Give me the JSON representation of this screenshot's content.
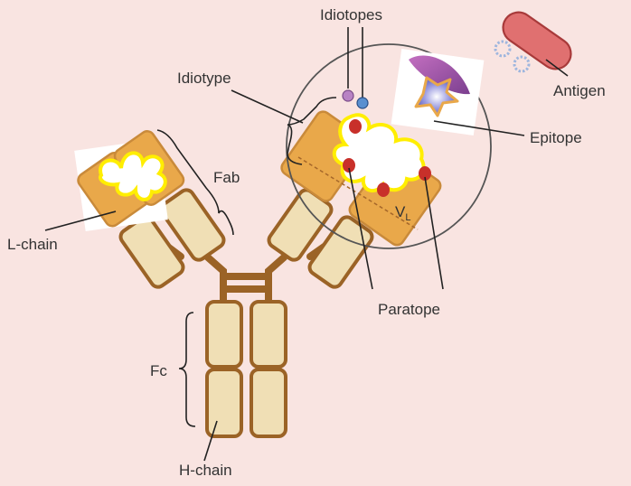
{
  "labels": {
    "idiotopes": "Idiotopes",
    "antigen": "Antigen",
    "idiotype": "Idiotype",
    "epitope": "Epitope",
    "fab": "Fab",
    "l_chain": "L-chain",
    "v_l_main": "V",
    "v_l_sub": "L",
    "paratope": "Paratope",
    "fc": "Fc",
    "h_chain": "H-chain"
  },
  "colors": {
    "background": "#f9e4e1",
    "heavy_chain_fill": "#f0dfb5",
    "heavy_chain_stroke": "#9b6326",
    "light_chain_fill": "#e9a84a",
    "binding_site_highlight": "#ffee00",
    "paratope_dot": "#c8302a",
    "antigen_fill": "#e07070",
    "epitope_fill": "#8080d0",
    "idiotope_1": "#b883c4",
    "idiotope_2": "#5a8fd0"
  }
}
